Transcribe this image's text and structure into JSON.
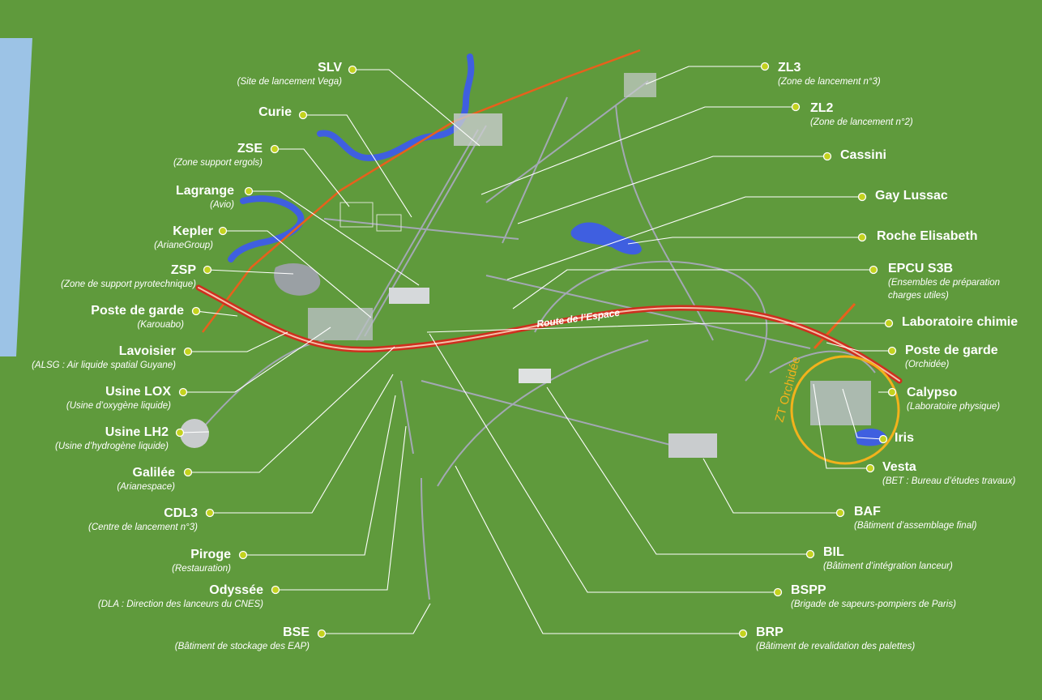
{
  "map": {
    "road_label": "Route de l’Espace",
    "zone_label": "ZT Orchidée",
    "colors": {
      "background": "#5f9a3c",
      "ocean": "#9cc3e6",
      "river": "#3f5fe0",
      "road": "#cf2e1e",
      "roadCore": "#f3c0a8",
      "rail": "#e8601c",
      "paths": "#a3a8b4",
      "leader": "#ffffff",
      "dot": "#c3d21e",
      "zone": "#f2b21c"
    }
  },
  "labels": [
    {
      "id": "slv",
      "name": "SLV",
      "sub": "(Site de lancement Vega)"
    },
    {
      "id": "curie",
      "name": "Curie",
      "sub": ""
    },
    {
      "id": "zse",
      "name": "ZSE",
      "sub": "(Zone support ergols)"
    },
    {
      "id": "lagrange",
      "name": "Lagrange",
      "sub": "(Avio)"
    },
    {
      "id": "kepler",
      "name": "Kepler",
      "sub": "(ArianeGroup)"
    },
    {
      "id": "zsp",
      "name": "ZSP",
      "sub": "(Zone de support pyrotechnique)"
    },
    {
      "id": "poste-karouabo",
      "name": "Poste de garde",
      "sub": "(Karouabo)"
    },
    {
      "id": "lavoisier",
      "name": "Lavoisier",
      "sub": "(ALSG : Air liquide spatial Guyane)"
    },
    {
      "id": "usine-lox",
      "name": "Usine LOX",
      "sub": "(Usine d’oxygène liquide)"
    },
    {
      "id": "usine-lh2",
      "name": "Usine LH2",
      "sub": "(Usine d’hydrogène liquide)"
    },
    {
      "id": "galilee",
      "name": "Galilée",
      "sub": "(Arianespace)"
    },
    {
      "id": "cdl3",
      "name": "CDL3",
      "sub": "(Centre de lancement n°3)"
    },
    {
      "id": "piroge",
      "name": "Piroge",
      "sub": "(Restauration)"
    },
    {
      "id": "odyssee",
      "name": "Odyssée",
      "sub": "(DLA : Direction des lanceurs du CNES)"
    },
    {
      "id": "bse",
      "name": "BSE",
      "sub": "(Bâtiment de stockage des EAP)"
    },
    {
      "id": "zl3",
      "name": "ZL3",
      "sub": "(Zone de lancement n°3)"
    },
    {
      "id": "zl2",
      "name": "ZL2",
      "sub": "(Zone de lancement n°2)"
    },
    {
      "id": "cassini",
      "name": "Cassini",
      "sub": ""
    },
    {
      "id": "gay-lussac",
      "name": "Gay Lussac",
      "sub": ""
    },
    {
      "id": "roche-elisabeth",
      "name": "Roche Elisabeth",
      "sub": ""
    },
    {
      "id": "epcu-s3b",
      "name": "EPCU S3B",
      "sub": "(Ensembles de préparation\ncharges utiles)"
    },
    {
      "id": "labo-chimie",
      "name": "Laboratoire chimie",
      "sub": ""
    },
    {
      "id": "poste-orchidee",
      "name": "Poste de garde",
      "sub": "(Orchidée)"
    },
    {
      "id": "calypso",
      "name": "Calypso",
      "sub": "(Laboratoire physique)"
    },
    {
      "id": "iris",
      "name": "Iris",
      "sub": ""
    },
    {
      "id": "vesta",
      "name": "Vesta",
      "sub": "(BET : Bureau d’études travaux)"
    },
    {
      "id": "baf",
      "name": "BAF",
      "sub": "(Bâtiment d’assemblage final)"
    },
    {
      "id": "bil",
      "name": "BIL",
      "sub": "(Bâtiment d’intégration lanceur)"
    },
    {
      "id": "bspp",
      "name": "BSPP",
      "sub": "(Brigade de sapeurs-pompiers de Paris)"
    },
    {
      "id": "brp",
      "name": "BRP",
      "sub": "(Bâtiment de revalidation des palettes)"
    }
  ]
}
